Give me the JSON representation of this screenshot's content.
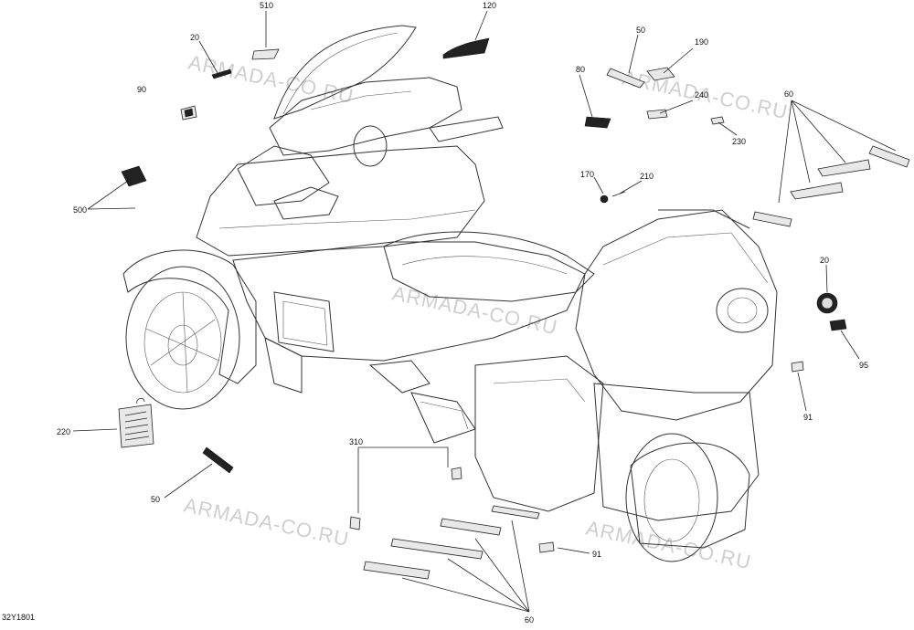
{
  "diagram": {
    "drawing_code": "32Y1801",
    "watermark": "ARMADA-CO.RU",
    "callouts": {
      "c510": "510",
      "c120": "120",
      "c20a": "20",
      "c90": "90",
      "c500": "500",
      "c50a": "50",
      "c190": "190",
      "c80": "80",
      "c240": "240",
      "c230": "230",
      "c170": "170",
      "c210": "210",
      "c60a": "60",
      "c20b": "20",
      "c95": "95",
      "c91a": "91",
      "c220": "220",
      "c50b": "50",
      "c310": "310",
      "c91b": "91",
      "c60b": "60"
    }
  }
}
